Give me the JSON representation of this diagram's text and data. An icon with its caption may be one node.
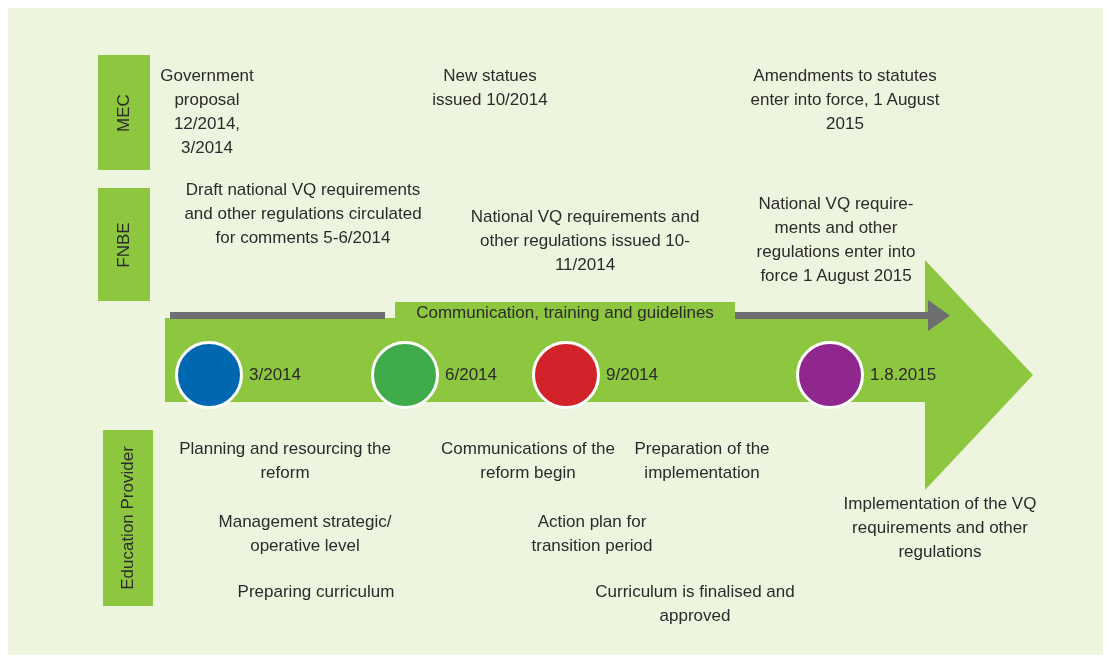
{
  "diagram": {
    "nodes": [
      {
        "text": [
          "MEC"
        ]
      },
      {
        "text": [
          "FNBE"
        ]
      },
      {
        "text": [
          "Education Provider"
        ]
      },
      {
        "text": [],
        "shape": "circle",
        "beside": [
          "3/2014"
        ]
      },
      {
        "text": [],
        "shape": "circle",
        "beside": [
          "6/2014"
        ]
      },
      {
        "text": [],
        "shape": "circle",
        "beside": [
          "9/2014"
        ]
      },
      {
        "text": [],
        "shape": "circle",
        "beside": [
          "1.8.2015"
        ]
      }
    ],
    "labels": [
      "Government proposal 12/2014, 3/2014",
      "New statues issued 10/2014",
      "Amendments to statutes enter into force, 1 August 2015",
      "Draft national VQ requirements and other regulations circulated for comments 5-6/2014",
      "National VQ requirements and other regulations issued 10-11/2014",
      "National VQ require- ments and other regulations enter into force 1 August 2015",
      "Communication, training and guidelines",
      "Planning and resourcing the reform",
      "Communications of the reform begin",
      "Preparation of the implementation",
      "Implementation of the VQ requirements and other regulations",
      "Management strategic/ operative level",
      "Action plan for transition period",
      "Preparing curriculum",
      "Curriculum is finalised and approved"
    ]
  }
}
